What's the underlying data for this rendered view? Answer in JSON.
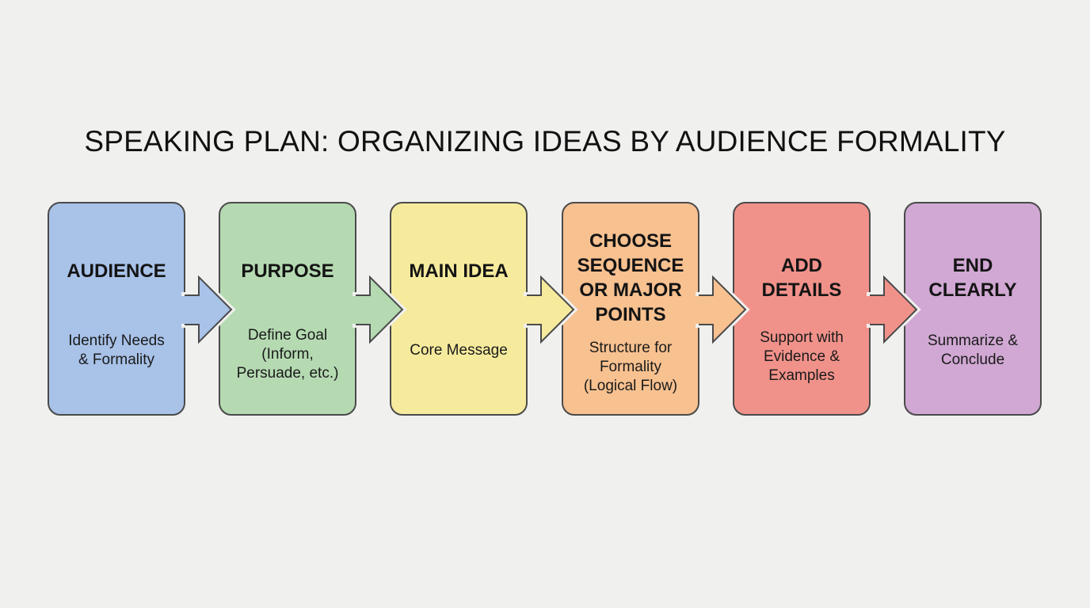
{
  "title": "SPEAKING PLAN: ORGANIZING IDEAS BY AUDIENCE FORMALITY",
  "steps": [
    {
      "heading": "AUDIENCE",
      "detail_lines": [
        "Identify Needs",
        "& Formality"
      ],
      "color": "#a8c2e8"
    },
    {
      "heading": "PURPOSE",
      "detail_lines": [
        "Define Goal",
        "(Inform,",
        "Persuade, etc.)"
      ],
      "color": "#b5dab2"
    },
    {
      "heading": "MAIN IDEA",
      "detail_lines": [
        "Core Message"
      ],
      "color": "#f6eb9d"
    },
    {
      "heading_lines": [
        "CHOOSE",
        "SEQUENCE",
        "OR MAJOR",
        "POINTS"
      ],
      "detail_lines": [
        "Structure for",
        "Formality",
        "(Logical Flow)"
      ],
      "color": "#f8c190"
    },
    {
      "heading_lines": [
        "ADD",
        "DETAILS"
      ],
      "detail_lines": [
        "Support with",
        "Evidence &",
        "Examples"
      ],
      "color": "#f1928a"
    },
    {
      "heading_lines": [
        "END",
        "CLEARLY"
      ],
      "detail_lines": [
        "Summarize &",
        "Conclude"
      ],
      "color": "#d0a8d3"
    }
  ],
  "colors": {
    "background": "#f0f0ee",
    "border": "#4a4a4a",
    "text": "#111111"
  }
}
